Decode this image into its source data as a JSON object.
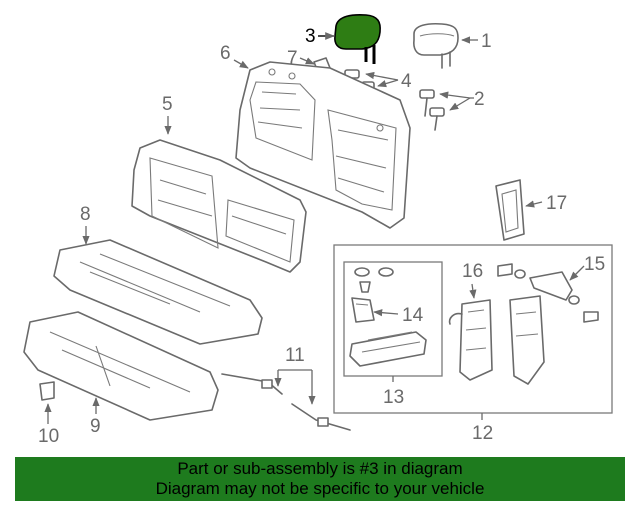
{
  "diagram": {
    "highlight_color": "#2e7d14",
    "callouts": {
      "c1": "1",
      "c2": "2",
      "c3": "3",
      "c4": "4",
      "c5": "5",
      "c6": "6",
      "c7": "7",
      "c8": "8",
      "c9": "9",
      "c10": "10",
      "c11": "11",
      "c12": "12",
      "c13": "13",
      "c14": "14",
      "c15": "15",
      "c16": "16",
      "c17": "17"
    }
  },
  "banner": {
    "line1": "Part or sub-assembly is #3 in diagram",
    "line2": "Diagram may not be specific to your vehicle",
    "background": "#1e7b1e"
  }
}
